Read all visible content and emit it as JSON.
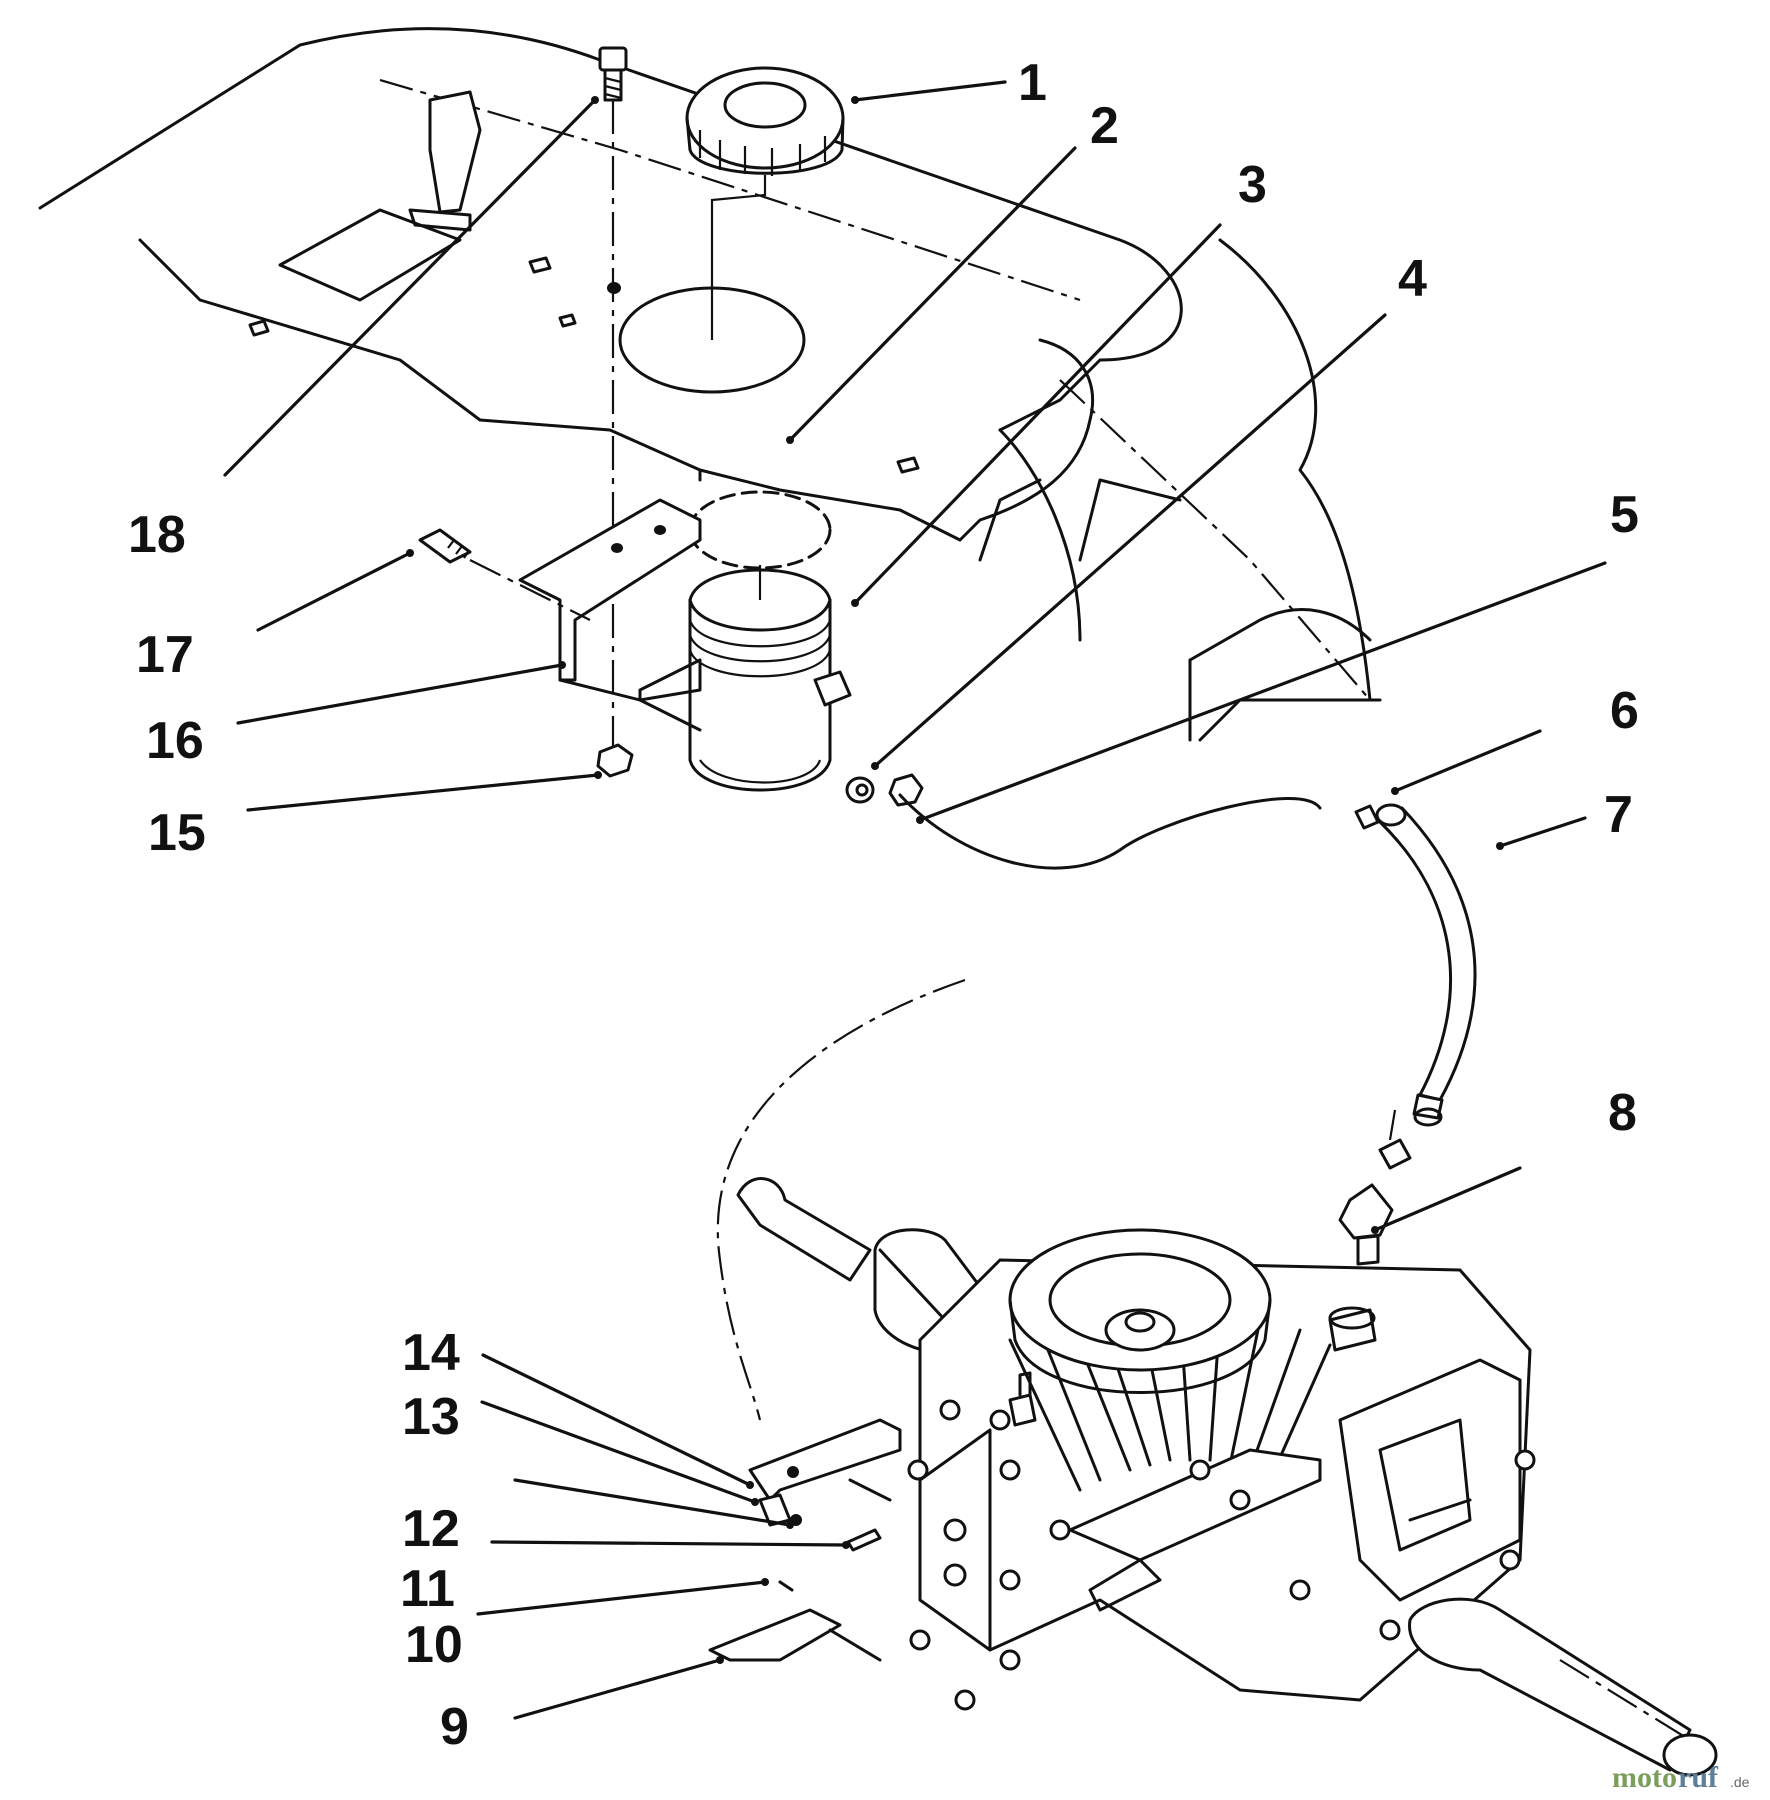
{
  "diagram": {
    "callouts": [
      {
        "id": "1",
        "label": "1"
      },
      {
        "id": "2",
        "label": "2"
      },
      {
        "id": "3",
        "label": "3"
      },
      {
        "id": "4",
        "label": "4"
      },
      {
        "id": "5",
        "label": "5"
      },
      {
        "id": "6",
        "label": "6"
      },
      {
        "id": "7",
        "label": "7"
      },
      {
        "id": "8",
        "label": "8"
      },
      {
        "id": "9",
        "label": "9"
      },
      {
        "id": "10",
        "label": "10"
      },
      {
        "id": "11",
        "label": "11"
      },
      {
        "id": "12",
        "label": "12"
      },
      {
        "id": "13",
        "label": "13"
      },
      {
        "id": "14",
        "label": "14"
      },
      {
        "id": "15",
        "label": "15"
      },
      {
        "id": "16",
        "label": "16"
      },
      {
        "id": "17",
        "label": "17"
      },
      {
        "id": "18",
        "label": "18"
      }
    ]
  },
  "watermark": {
    "text_a": "moto",
    "text_b": "ruf",
    "suffix": ".de"
  }
}
